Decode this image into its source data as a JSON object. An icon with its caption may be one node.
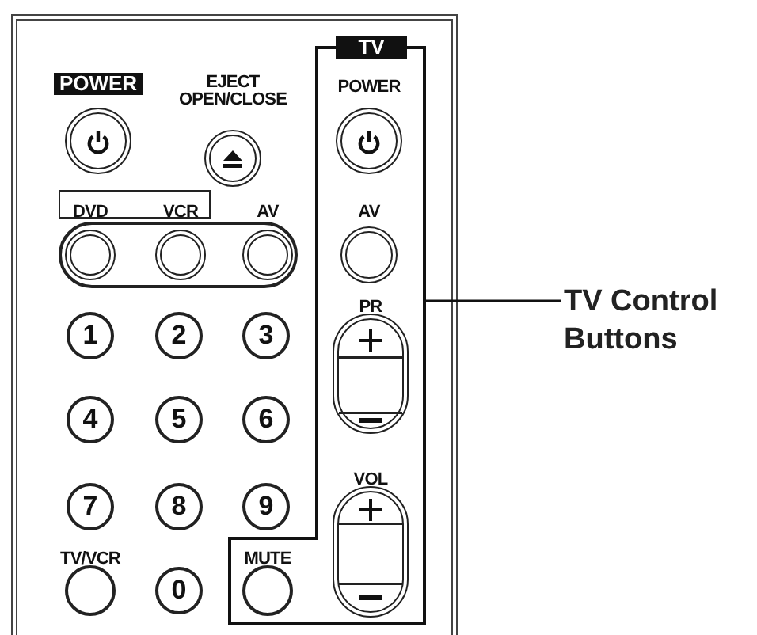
{
  "diagram": {
    "nodes": [
      {
        "text": [
          "POWER"
        ]
      },
      {
        "text": [
          "EJECT OPEN/CLOSE"
        ]
      },
      {
        "text": [
          "DVD"
        ]
      },
      {
        "text": [
          "VCR"
        ]
      },
      {
        "text": [
          "AV"
        ]
      },
      {
        "text": [
          "1"
        ]
      },
      {
        "text": [
          "2"
        ]
      },
      {
        "text": [
          "3"
        ]
      },
      {
        "text": [
          "4"
        ]
      },
      {
        "text": [
          "5"
        ]
      },
      {
        "text": [
          "6"
        ]
      },
      {
        "text": [
          "7"
        ]
      },
      {
        "text": [
          "8"
        ]
      },
      {
        "text": [
          "9"
        ]
      },
      {
        "text": [
          "TV/VCR"
        ]
      },
      {
        "text": [
          "0"
        ]
      },
      {
        "text": [
          "TV"
        ]
      },
      {
        "text": [
          "POWER"
        ],
        "in": 16
      },
      {
        "text": [
          "AV"
        ],
        "in": 16
      },
      {
        "text": [
          "PR"
        ],
        "in": 16
      },
      {
        "text": [
          "VOL"
        ],
        "in": 16
      },
      {
        "text": [
          "MUTE"
        ],
        "in": 16
      },
      {
        "text": [
          "TV Control Buttons"
        ]
      }
    ],
    "edges": [
      {
        "from": 22,
        "to": 16,
        "arrow": "none"
      }
    ]
  }
}
